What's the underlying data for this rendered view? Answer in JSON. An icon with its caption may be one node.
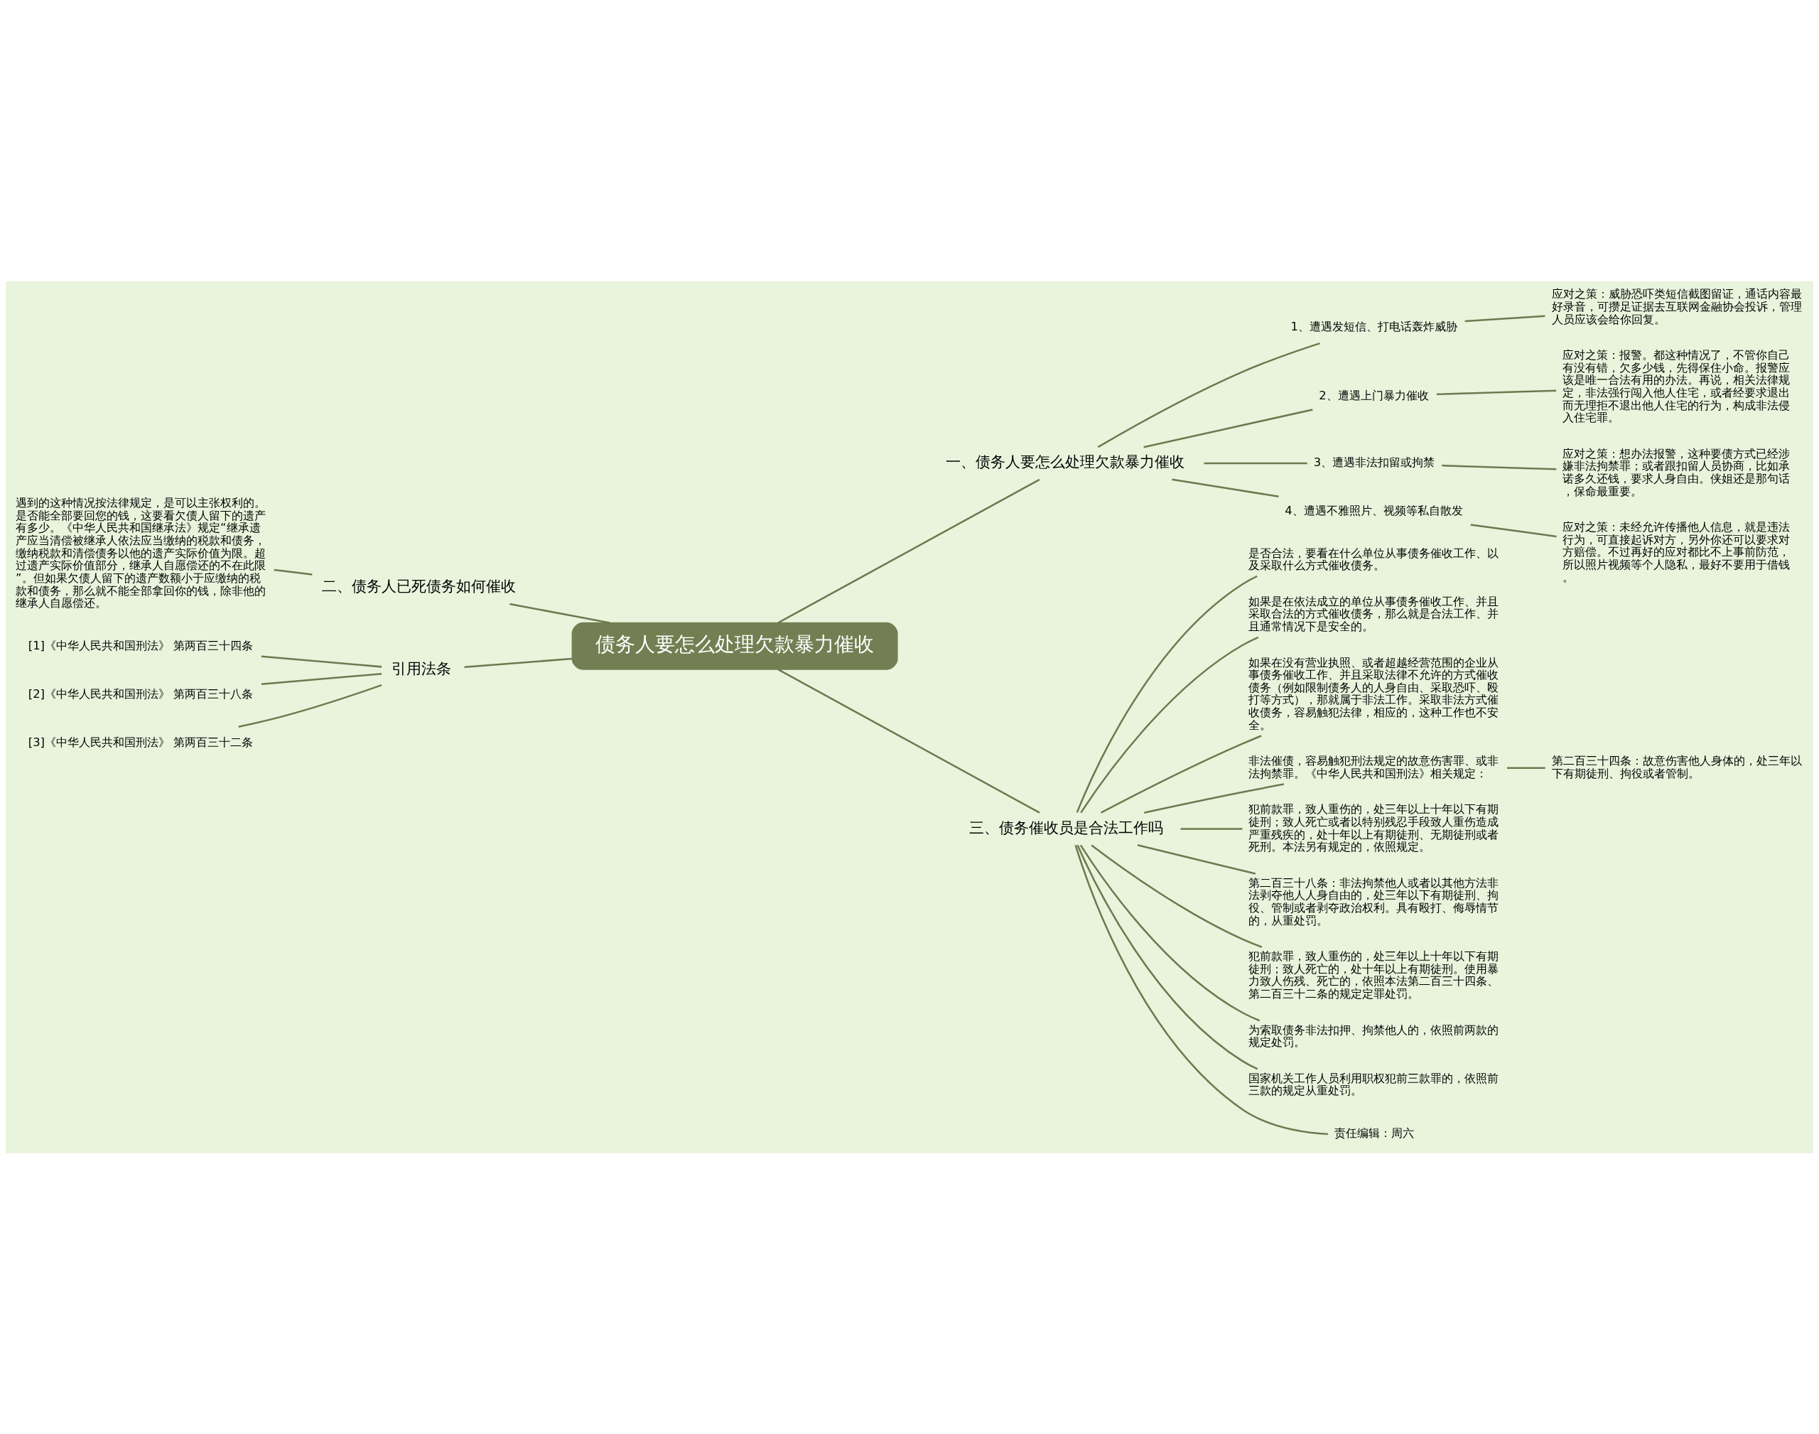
{
  "diagram": {
    "nodes": [
      {
        "text": [
          "债务人要怎么处理欠款暴力催收"
        ]
      },
      {
        "text": [
          "一、债务人要怎么处理欠款暴力催收"
        ]
      },
      {
        "text": [
          "1、遭遇发短信、打电话轰炸威胁"
        ]
      },
      {
        "text": [
          "应对之策：威胁恐吓类短信截图留证，通话内容最好录音，可攒足证据去互联网金融协会投诉，管理人员应该会给你回复。"
        ]
      },
      {
        "text": [
          "2、遭遇上门暴力催收"
        ]
      },
      {
        "text": [
          "应对之策：报警。都这种情况了，不管你自己有没有错，欠多少钱，先得保住小命。报警应该是唯一合法有用的办法。再说，相关法律规定，非法强行闯入他人住宅，或者经要求退出而无理拒不退出他人住宅的行为，构成非法侵入住宅罪。"
        ]
      },
      {
        "text": [
          "3、遭遇非法扣留或拘禁"
        ]
      },
      {
        "text": [
          "应对之策：想办法报警，这种要债方式已经涉嫌非法拘禁罪；或者跟扣留人员协商，比如承诺多久还钱，要求人身自由。侠姐还是那句话，保命最重要。"
        ]
      },
      {
        "text": [
          "4、遭遇不雅照片、视频等私自散发"
        ]
      },
      {
        "text": [
          "应对之策：未经允许传播他人信息，就是违法行为，可直接起诉对方，另外你还可以要求对方赔偿。不过再好的应对都比不上事前防范，所以照片视频等个人隐私，最好不要用于借钱。"
        ]
      },
      {
        "text": [
          "二、债务人已死债务如何催收"
        ]
      },
      {
        "text": [
          "遇到的这种情况按法律规定，是可以主张权利的。是否能全部要回您的钱，这要看欠债人留下的遗产有多少。《中华人民共和国继承法》规定“继承遗产应当清偿被继承人依法应当缴纳的税款和债务，缴纳税款和清偿债务以他的遗产实际价值为限。超过遗产实际价值部分，继承人自愿偿还的不在此限”。但如果欠债人留下的遗产数额小于应缴纳的税款和债务，那么就不能全部拿回你的钱，除非他的继承人自愿偿还。"
        ]
      },
      {
        "text": [
          "引用法条"
        ]
      },
      {
        "text": [
          "[1]《中华人民共和国刑法》 第两百三十四条"
        ]
      },
      {
        "text": [
          "[2]《中华人民共和国刑法》 第两百三十八条"
        ]
      },
      {
        "text": [
          "[3]《中华人民共和国刑法》 第两百三十二条"
        ]
      },
      {
        "text": [
          "三、债务催收员是合法工作吗"
        ]
      },
      {
        "text": [
          "是否合法，要看在什么单位从事债务催收工作、以及采取什么方式催收债务。"
        ]
      },
      {
        "text": [
          "如果是在依法成立的单位从事债务催收工作、并且采取合法的方式催收债务，那么就是合法工作、并且通常情况下是安全的。"
        ]
      },
      {
        "text": [
          "如果在没有营业执照、或者超越经营范围的企业从事债务催收工作、并且采取法律不允许的方式催收债务（例如限制债务人的人身自由、采取恐吓、殴打等方式），那就属于非法工作。采取非法方式催收债务，容易触犯法律，相应的，这种工作也不安全。"
        ]
      },
      {
        "text": [
          "非法催债，容易触犯刑法规定的故意伤害罪、或非法拘禁罪。《中华人民共和国刑法》相关规定："
        ]
      },
      {
        "text": [
          "第二百三十四条：故意伤害他人身体的，处三年以下有期徒刑、拘役或者管制。"
        ]
      },
      {
        "text": [
          "犯前款罪，致人重伤的，处三年以上十年以下有期徒刑；致人死亡或者以特别残忍手段致人重伤造成严重残疾的，处十年以上有期徒刑、无期徒刑或者死刑。本法另有规定的，依照规定。"
        ]
      },
      {
        "text": [
          "第二百三十八条：非法拘禁他人或者以其他方法非法剥夺他人人身自由的，处三年以下有期徒刑、拘役、管制或者剥夺政治权利。具有殴打、侮辱情节的，从重处罚。"
        ]
      },
      {
        "text": [
          "犯前款罪，致人重伤的，处三年以上十年以下有期徒刑；致人死亡的，处十年以上有期徒刑。使用暴力致人伤残、死亡的，依照本法第二百三十四条、第二百三十二条的规定定罪处罚。"
        ]
      },
      {
        "text": [
          "为索取债务非法扣押、拘禁他人的，依照前两款的规定处罚。"
        ]
      },
      {
        "text": [
          "国家机关工作人员利用职权犯前三款罪的，依照前三款的规定从重处罚。"
        ]
      },
      {
        "text": [
          "责任编辑：周六"
        ]
      }
    ],
    "edges": [
      {
        "from": 0,
        "to": 1,
        "arrow": "none"
      },
      {
        "from": 1,
        "to": 2,
        "arrow": "none"
      },
      {
        "from": 2,
        "to": 3,
        "arrow": "none"
      },
      {
        "from": 1,
        "to": 4,
        "arrow": "none"
      },
      {
        "from": 4,
        "to": 5,
        "arrow": "none"
      },
      {
        "from": 1,
        "to": 6,
        "arrow": "none"
      },
      {
        "from": 6,
        "to": 7,
        "arrow": "none"
      },
      {
        "from": 1,
        "to": 8,
        "arrow": "none"
      },
      {
        "from": 8,
        "to": 9,
        "arrow": "none"
      },
      {
        "from": 0,
        "to": 10,
        "arrow": "none"
      },
      {
        "from": 10,
        "to": 11,
        "arrow": "none"
      },
      {
        "from": 0,
        "to": 12,
        "arrow": "none"
      },
      {
        "from": 12,
        "to": 13,
        "arrow": "none"
      },
      {
        "from": 12,
        "to": 14,
        "arrow": "none"
      },
      {
        "from": 12,
        "to": 15,
        "arrow": "none"
      },
      {
        "from": 0,
        "to": 16,
        "arrow": "none"
      },
      {
        "from": 16,
        "to": 17,
        "arrow": "none"
      },
      {
        "from": 16,
        "to": 18,
        "arrow": "none"
      },
      {
        "from": 16,
        "to": 19,
        "arrow": "none"
      },
      {
        "from": 16,
        "to": 20,
        "arrow": "none"
      },
      {
        "from": 20,
        "to": 21,
        "arrow": "none"
      },
      {
        "from": 16,
        "to": 22,
        "arrow": "none"
      },
      {
        "from": 16,
        "to": 23,
        "arrow": "none"
      },
      {
        "from": 16,
        "to": 24,
        "arrow": "none"
      },
      {
        "from": 16,
        "to": 25,
        "arrow": "none"
      },
      {
        "from": 16,
        "to": 26,
        "arrow": "none"
      },
      {
        "from": 16,
        "to": 27,
        "arrow": "none"
      }
    ]
  }
}
